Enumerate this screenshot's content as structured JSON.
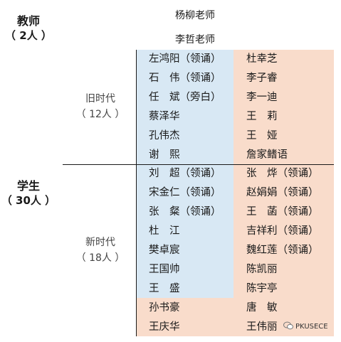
{
  "teacher": {
    "label": "教师",
    "count": "（ 2人 ）",
    "names": [
      "杨柳老师",
      "李哲老师"
    ]
  },
  "student": {
    "label": "学生",
    "count": "（ 30人 ）"
  },
  "old_era": {
    "label": "旧时代",
    "count": "（ 12人 ）",
    "left": [
      "左鸿阳（领诵）",
      "石　伟（领诵）",
      "任　斌（旁白）",
      "蔡泽华",
      "孔伟杰",
      "谢　熙"
    ],
    "right": [
      "杜幸芝",
      "李子睿",
      "李一迪",
      "王　莉",
      "王　娅",
      "詹家鳍语"
    ]
  },
  "new_era": {
    "label": "新时代",
    "count": "（ 18人 ）",
    "left": [
      "刘　超（领诵）",
      "宋金仁（领诵）",
      "张　粲（领诵）",
      "杜　江",
      "樊卓宸",
      "王国帅",
      "王　盛",
      "孙书豪",
      "王庆华"
    ],
    "right": [
      "张　烨（领诵）",
      "赵娟娟（领诵）",
      "王　菡（领诵）",
      "吉祥利（领诵）",
      "魏红莲（领诵）",
      "陈凯丽",
      "陈宇亭",
      "唐　敏",
      "王伟丽"
    ]
  },
  "watermark": {
    "text": "PKUSECE",
    "icon": "wechat-icon"
  },
  "colors": {
    "left_column_bg": "#d8e8f4",
    "right_column_bg": "#f9dccb"
  }
}
